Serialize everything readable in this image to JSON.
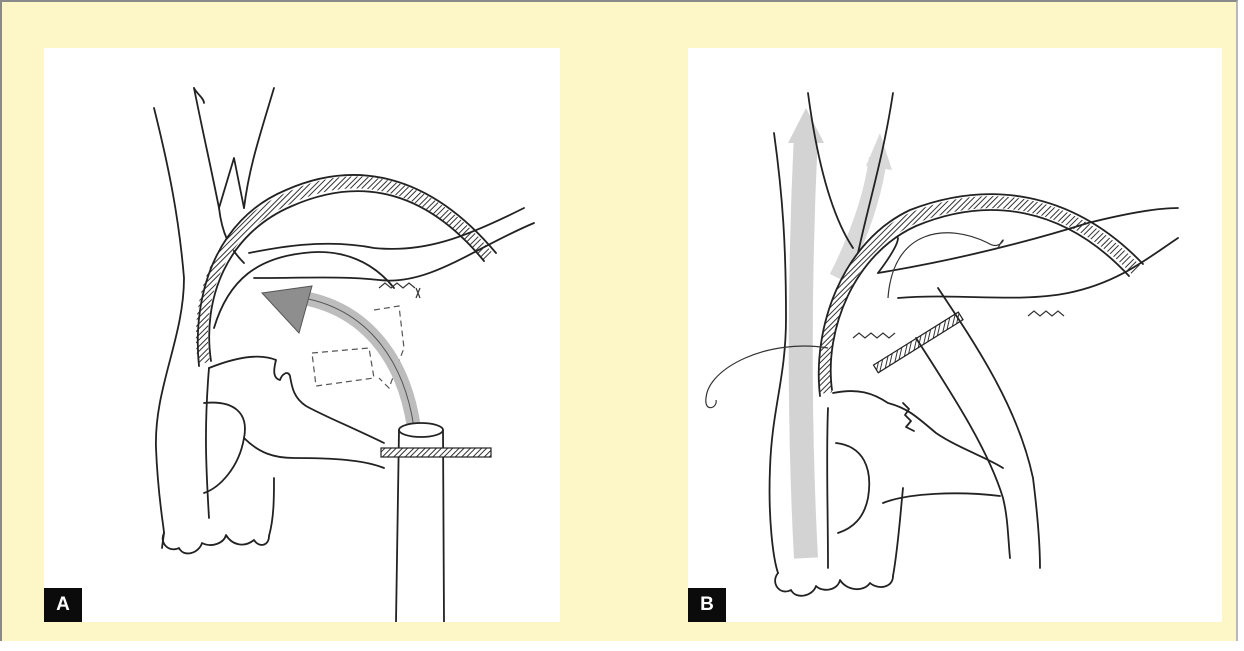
{
  "figure": {
    "panels": [
      {
        "id": "A",
        "label": "A"
      },
      {
        "id": "B",
        "label": "B"
      }
    ],
    "colors": {
      "frame_background": "#fdf7c8",
      "panel_background": "#ffffff",
      "label_background": "#0b0b0b",
      "label_text": "#ffffff",
      "graft_hatch": "#333333",
      "flow_arrow": "#b5b5b5"
    }
  }
}
